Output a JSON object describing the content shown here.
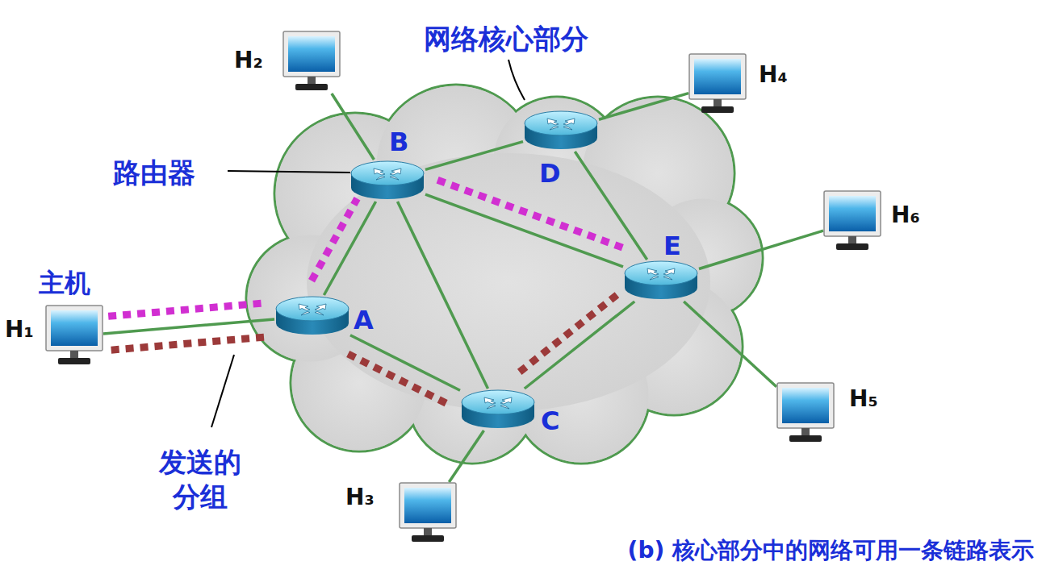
{
  "diagram": {
    "caption": "(b) 核心部分中的网络可用一条链路表示",
    "nodes": [
      {
        "text": [
          "H₂"
        ]
      },
      {
        "text": [
          "B"
        ]
      },
      {
        "text": [
          "D"
        ]
      },
      {
        "text": [
          "H₄"
        ]
      },
      {
        "text": [
          "H₆"
        ]
      },
      {
        "text": [
          "E"
        ]
      },
      {
        "text": [
          "H₁"
        ]
      },
      {
        "text": [
          "A"
        ]
      },
      {
        "text": [
          "C"
        ]
      },
      {
        "text": [
          "H₅"
        ]
      },
      {
        "text": [
          "H₃"
        ]
      }
    ],
    "edges": [
      {
        "from": 0,
        "to": 1,
        "arrow": "none"
      },
      {
        "from": 1,
        "to": 2,
        "arrow": "none"
      },
      {
        "from": 2,
        "to": 3,
        "arrow": "none"
      },
      {
        "from": 1,
        "to": 7,
        "arrow": "none"
      },
      {
        "from": 1,
        "to": 8,
        "arrow": "none"
      },
      {
        "from": 1,
        "to": 5,
        "arrow": "none"
      },
      {
        "from": 2,
        "to": 5,
        "arrow": "none"
      },
      {
        "from": 5,
        "to": 4,
        "arrow": "none"
      },
      {
        "from": 5,
        "to": 9,
        "arrow": "none"
      },
      {
        "from": 5,
        "to": 8,
        "arrow": "none"
      },
      {
        "from": 7,
        "to": 8,
        "arrow": "none"
      },
      {
        "from": 6,
        "to": 7,
        "arrow": "none"
      },
      {
        "from": 8,
        "to": 10,
        "arrow": "none"
      },
      {
        "from": 6,
        "to": 7,
        "arrow": "none"
      },
      {
        "from": 7,
        "to": 1,
        "arrow": "none"
      },
      {
        "from": 1,
        "to": 5,
        "arrow": "none"
      },
      {
        "from": 6,
        "to": 7,
        "arrow": "none"
      },
      {
        "from": 7,
        "to": 8,
        "arrow": "none"
      },
      {
        "from": 8,
        "to": 5,
        "arrow": "none"
      }
    ],
    "labels": [
      "网络核心部分",
      "路由器",
      "主机",
      "发送的分组"
    ]
  }
}
